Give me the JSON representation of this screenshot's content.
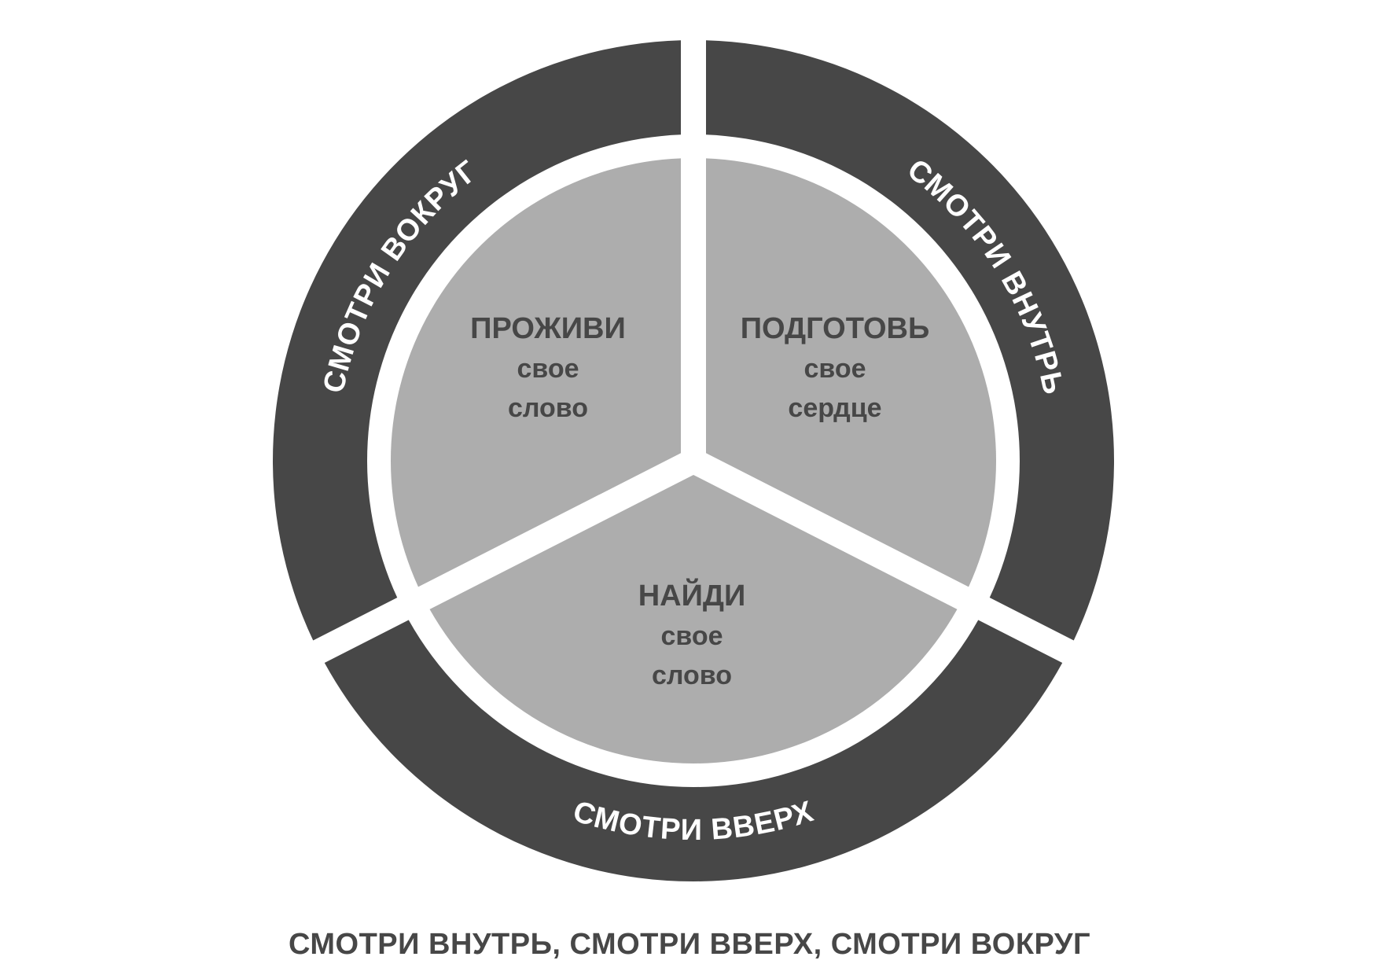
{
  "colors": {
    "outer_ring": "#474747",
    "inner_segment": "#adadad",
    "background": "#ffffff",
    "ring_text": "#ffffff",
    "segment_text": "#474747"
  },
  "ring": [
    {
      "label": "СМОТРИ ВНУТРЬ"
    },
    {
      "label": "СМОТРИ ВВЕРХ"
    },
    {
      "label": "СМОТРИ ВОКРУГ"
    }
  ],
  "segments": [
    {
      "title": "ПОДГОТОВЬ",
      "line1": "свое",
      "line2": "сердце"
    },
    {
      "title": "НАЙДИ",
      "line1": "свое",
      "line2": "слово"
    },
    {
      "title": "ПРОЖИВИ",
      "line1": "свое",
      "line2": "слово"
    }
  ],
  "caption": "СМОТРИ ВНУТРЬ, СМОТРИ ВВЕРХ, СМОТРИ ВОКРУГ"
}
